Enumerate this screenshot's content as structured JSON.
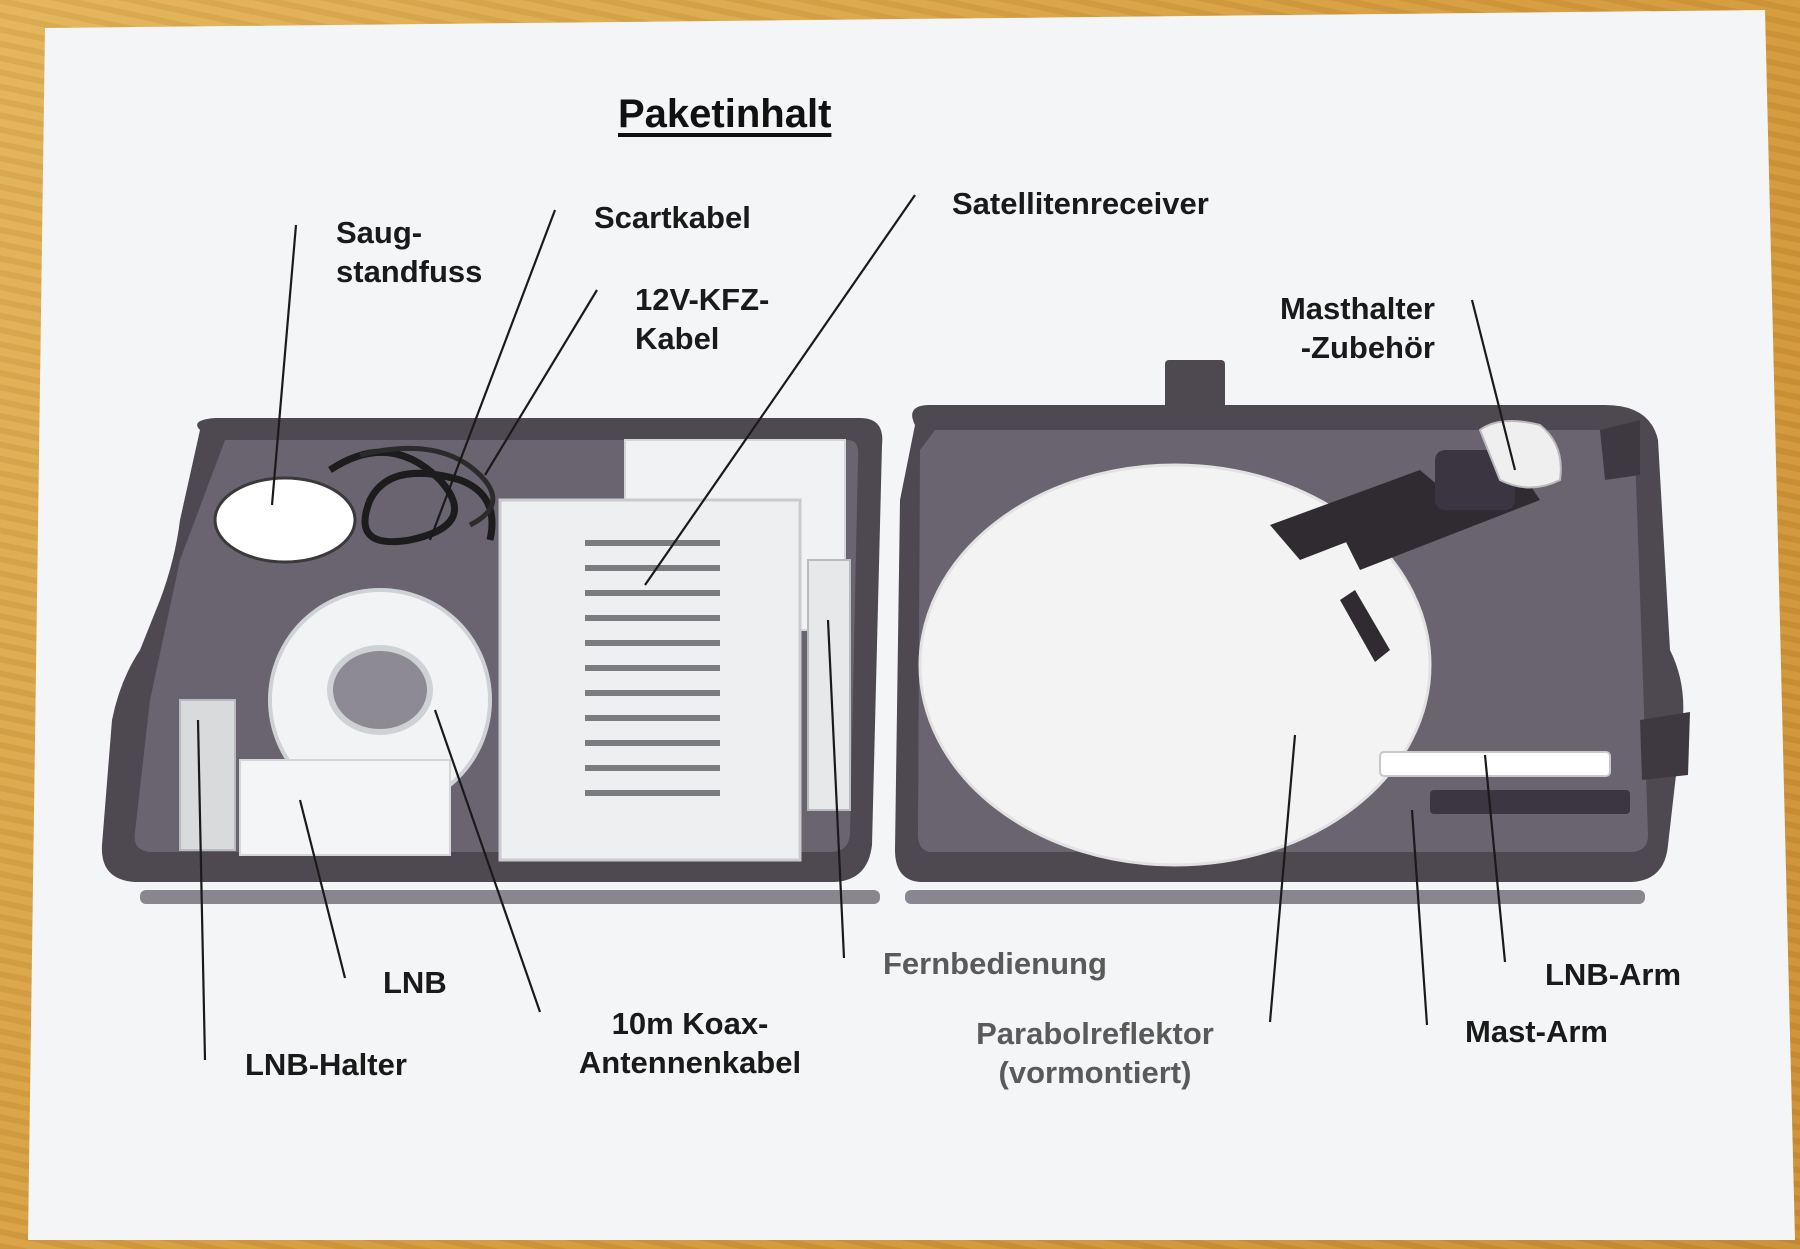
{
  "title": "Paketinhalt",
  "labels": {
    "saugstandfuss": [
      "Saug-",
      "standfuss"
    ],
    "scartkabel": "Scartkabel",
    "kfz_kabel": [
      "12V-KFZ-",
      "Kabel"
    ],
    "satellitenreceiver": "Satellitenreceiver",
    "masthalter": [
      "Masthalter",
      "-Zubehör"
    ],
    "lnb": "LNB",
    "lnb_halter": "LNB-Halter",
    "koax": [
      "10m Koax-",
      "Antennenkabel"
    ],
    "fernbedienung": "Fernbedienung",
    "parabolreflektor": [
      "Parabolreflektor",
      "(vormontiert)"
    ],
    "lnb_arm": "LNB-Arm",
    "mast_arm": "Mast-Arm"
  },
  "colors": {
    "paper": "#f4f5f7",
    "case": "#4e4850",
    "case_inner": "#6a6470",
    "foam": "#eef0f1",
    "line": "#1a1a1a"
  }
}
